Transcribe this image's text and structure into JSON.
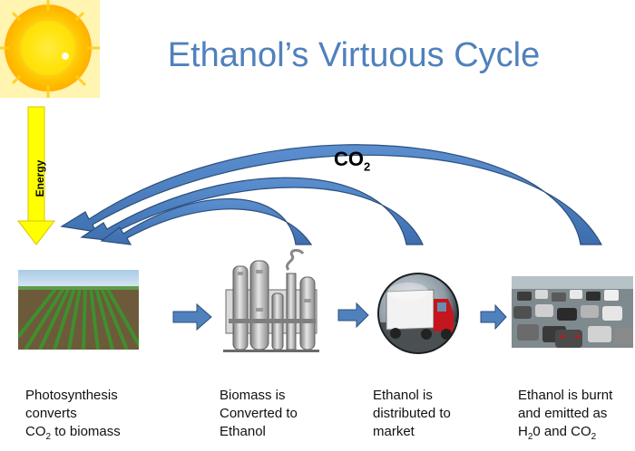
{
  "title": "Ethanol’s Virtuous Cycle",
  "energy_label": "Energy",
  "co2_label": {
    "main": "CO",
    "sub": "2"
  },
  "captions": {
    "step1": {
      "line1": "Photosynthesis",
      "line2": "converts",
      "line3_a": "CO",
      "line3_sub": "2",
      "line3_b": " to biomass"
    },
    "step2": {
      "line1": "Biomass is",
      "line2": "Converted to",
      "line3": "Ethanol"
    },
    "step3": {
      "line1": "Ethanol is",
      "line2": "distributed to",
      "line3": "market"
    },
    "step4": {
      "line1": "Ethanol is burnt",
      "line2": "and emitted as",
      "line3_a": "H",
      "line3_sub1": "2",
      "line3_b": "0 and CO",
      "line3_sub2": "2"
    }
  },
  "colors": {
    "title": "#4f81bd",
    "arrow_fill": "#4f81bd",
    "arrow_stroke": "#2c4f7c",
    "sun": "#ffd700",
    "energy_arrow": "#ffff00"
  },
  "icons": [
    "sun-icon",
    "field-image",
    "refinery-icon",
    "truck-image",
    "traffic-image"
  ]
}
